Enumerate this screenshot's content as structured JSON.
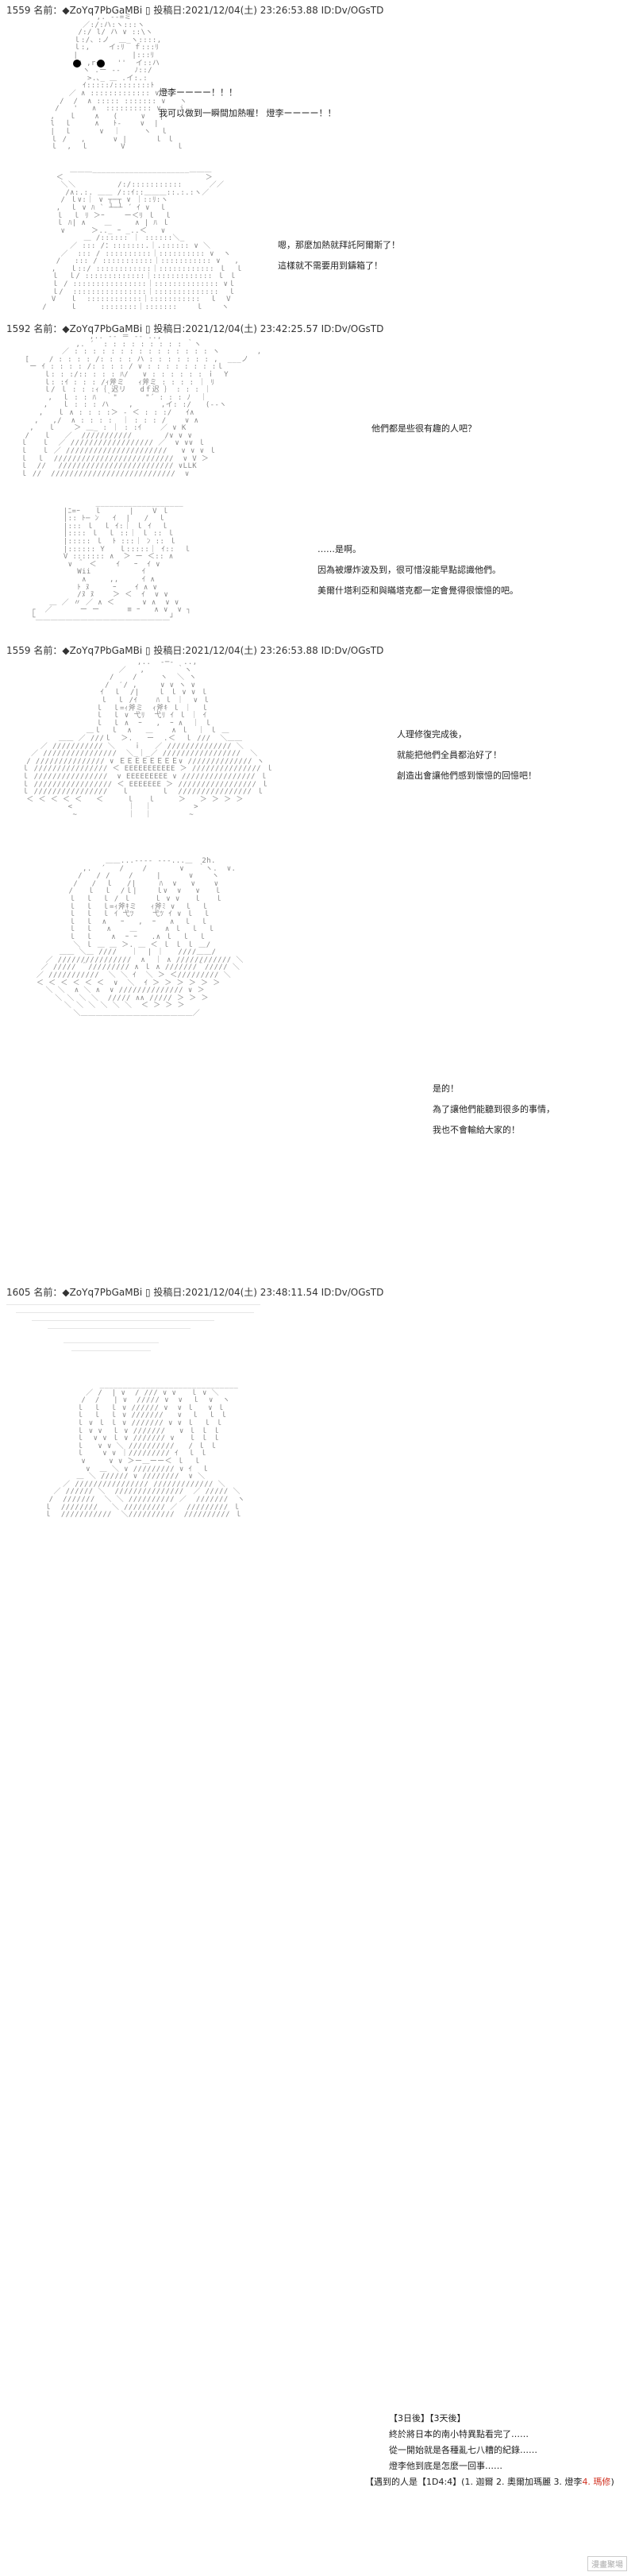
{
  "posts": [
    {
      "header": "1559 名前：◆ZoYq7PbGaMBi ▯ 投稿日:2021/12/04(土) 23:26:53.88 ID:Dv/OGsTD"
    },
    {
      "header": "1592 名前：◆ZoYq7PbGaMBi ▯ 投稿日:2021/12/04(土) 23:42:25.57 ID:Dv/OGsTD"
    },
    {
      "header": "1559 名前：◆ZoYq7PbGaMBi ▯ 投稿日:2021/12/04(土) 23:26:53.88 ID:Dv/OGsTD"
    },
    {
      "header": "1605 名前：◆ZoYq7PbGaMBi ▯ 投稿日:2021/12/04(土) 23:48:11.54 ID:Dv/OGsTD"
    }
  ],
  "dialogs": {
    "d1": [
      "燈李ーーーー！！！",
      "我可以做到一瞬間加熱喔！ 燈李ーーーー！！"
    ],
    "d2": [
      "嗯，那麼加熱就拜託阿爾斯了！",
      "這樣就不需要用到鑄箱了！"
    ],
    "d3": [
      "他們都是些很有趣的人吧？"
    ],
    "d4": [
      "……是啊。",
      "因為被爆炸波及到，很可惜沒能早點認識他們。",
      "美爾什塔利亞和與瞞塔克都一定會覺得很懷憶的吧。"
    ],
    "d5": [
      "人理修復完成後，",
      "就能把他們全員都治好了！",
      "創造出會讓他們感到懷憶的回憶吧！"
    ],
    "d6": [
      "是的！",
      "為了讓他們能聽到很多的事情，",
      "我也不會輸給大家的！"
    ]
  },
  "footer": {
    "line1": "【3日後】【3天後】",
    "line2": "終於將日本的南小特異點看完了……",
    "line3": "從一開始就是各種亂七八糟的紀錄……",
    "line4": "燈李他到底是怎麼一回事……",
    "line5_prefix": "【遇到的人是【1D4:4】(1. 迦爾 2. 奧爾加瑪麗 3. 燈李",
    "line5_highlight": "4. 瑪修",
    "line5_suffix": ")"
  },
  "watermark": "漫畫聚場"
}
